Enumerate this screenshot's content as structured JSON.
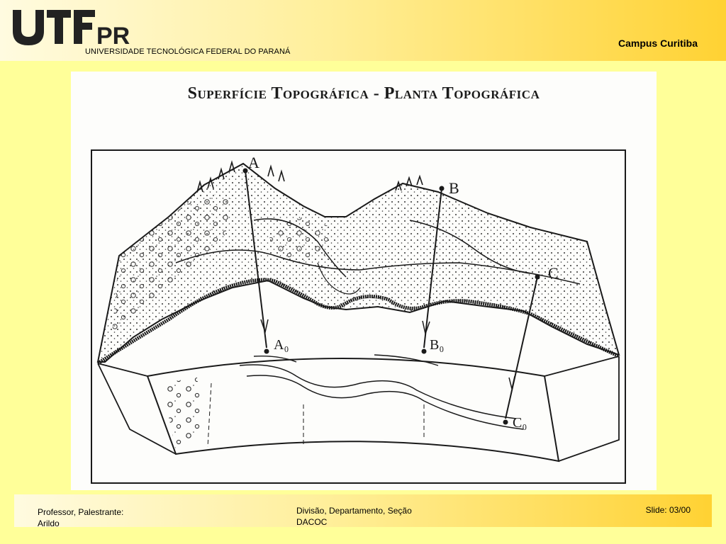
{
  "header": {
    "logo_text": "UTFPR",
    "university": "UNIVERSIDADE TECNOLÓGICA FEDERAL DO PARANÁ",
    "campus": "Campus Curitiba"
  },
  "figure": {
    "title": "Superfície Topográfica - Planta Topográfica",
    "labels": {
      "a": "A",
      "b": "B",
      "c": "C",
      "a0": "A₀",
      "b0": "B₀",
      "c0": "C₀"
    }
  },
  "footer": {
    "presenter_line1": "Professor, Palestrante:",
    "presenter_line2": "Arildo",
    "division_line1": "Divisão, Departamento, Seção",
    "division_line2": "DACOC",
    "slide": "Slide: 03/00"
  },
  "colors": {
    "background": "#ffff99",
    "band_start": "#fffbe0",
    "band_end": "#ffd233",
    "ink": "#1a1a1a"
  }
}
